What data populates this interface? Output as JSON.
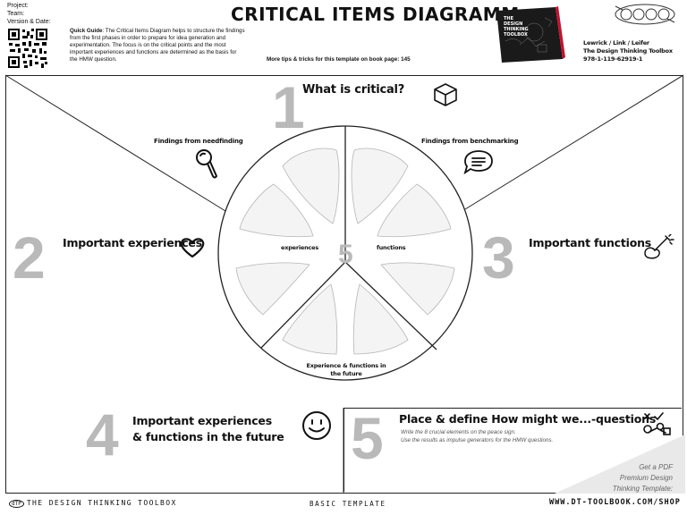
{
  "header": {
    "meta_lines": [
      "Project:",
      "Team:",
      "Version & Date:"
    ],
    "title": "CRITICAL ITEMS DIAGRAMM",
    "quick_guide_label": "Quick Guide",
    "quick_guide_text": ": The Critical Items Diagram helps to structure the findings from the first phases in order to prepare for idea generation and experimentation. The focus is on the critical points and the most important experiences and functions are determined as the basis for the HMW question.",
    "tips": "More tips & tricks for this template on book page: 145",
    "book_cover_text": "THE DESIGN THINKING TOOLBOX",
    "authors_line1": "Lewrick / Link / Leifer",
    "authors_line2": "The Design Thinking Toolbox",
    "authors_line3": "978-1-119-62919-1"
  },
  "sections": {
    "s1_num": "1",
    "s1_title": "What is critical?",
    "s2_num": "2",
    "s2_title": "Important experiences",
    "s3_num": "3",
    "s3_title": "Important functions",
    "s4_num": "4",
    "s4_title": "Important experiences & functions in the future",
    "s5_num": "5",
    "s5_title": "Place & define How might we...-questions",
    "s5_sub1": "Write the 8 crucial elements on the peace sign.",
    "s5_sub2": "Use the results as impulse generators for the HMW questions."
  },
  "circle": {
    "label_needfinding": "Findings from needfinding",
    "label_benchmarking": "Findings from benchmarking",
    "label_experiences": "experiences",
    "label_functions": "functions",
    "label_future": "Experience & functions in the future",
    "center_num": "5"
  },
  "promo": {
    "line1": "Get a PDF",
    "line2": "Premium Design",
    "line3": "Thinking Template:"
  },
  "footer": {
    "left": "THE DESIGN THINKING TOOLBOX",
    "middle": "BASIC TEMPLATE",
    "right": "WWW.DT-TOOLBOOK.COM/SHOP"
  },
  "icons": [
    "qr-code-icon",
    "book-cover-icon",
    "logo-icon",
    "cube-icon",
    "magnifier-icon",
    "speech-bubble-icon",
    "heart-icon",
    "hand-pen-icon",
    "smiley-icon",
    "shapes-icon",
    "dtp-logo-icon"
  ]
}
